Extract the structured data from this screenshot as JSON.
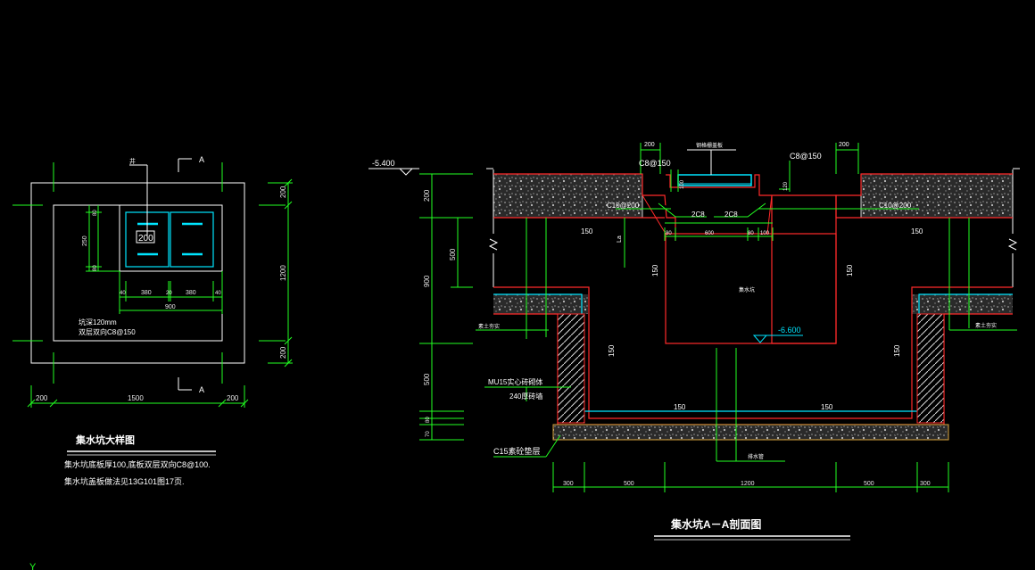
{
  "plan": {
    "label_top_pointer": "井",
    "section_mark": "A",
    "section_mark_bottom": "A",
    "dim_200_center": "200",
    "dim_top_right": "200",
    "dim_mid_right": "1200",
    "dim_bot_right": "200",
    "dim_left_250": "250",
    "dim_left_80a": "80",
    "dim_left_80b": "80",
    "dim_380a": "380",
    "dim_380b": "380",
    "dim_40a": "40",
    "dim_40b": "40",
    "dim_20": "20",
    "dim_900": "900",
    "dim_bottom_200a": "200",
    "dim_bottom_1500": "1500",
    "dim_bottom_200b": "200",
    "note1": "坑深120mm",
    "note2": "双层双向C8@150",
    "title": "集水坑大样图",
    "footnote1": "集水坑底板厚100,底板双层双向C8@100.",
    "footnote2": "集水坑盖板做法见13G101图17页."
  },
  "section": {
    "elev_top": "-5.400",
    "elev_bottom": "-6.600",
    "dim_top_200a": "200",
    "dim_top_200b": "200",
    "rebar_c8_150a": "C8@150",
    "rebar_c8_150b": "C8@150",
    "cover_label": "钢格栅盖板",
    "dim_100": "100",
    "dim_120": "120",
    "c10_left": "C10@200",
    "c10_right": "C10@200",
    "bars_2c8a": "2C8",
    "bars_2c8b": "2C8",
    "dim_80a": "80",
    "dim_600": "600",
    "dim_80b": "80",
    "dim_100b": "100",
    "dim_150_left": "150",
    "dim_150_right": "150",
    "la": "La",
    "dim_150_v1": "150",
    "dim_150_v2": "150",
    "pit_label": "集水坑",
    "left_label": "素土夯实",
    "right_label": "素土夯实",
    "mu15": "MU15实心砖砌体",
    "wall_240": "240厚砖墙",
    "dim_150_v3": "150",
    "dim_150_v4": "150",
    "dim_150_h1": "150",
    "dim_150_h2": "150",
    "c15": "C15素砼垫层",
    "drain": "排水管",
    "vdim_200": "200",
    "vdim_900": "900",
    "vdim_500a": "500",
    "vdim_500b": "500",
    "vdim_80": "80",
    "vdim_70": "70",
    "dim_b300a": "300",
    "dim_b500a": "500",
    "dim_b1200": "1200",
    "dim_b500b": "500",
    "dim_b300b": "300",
    "title": "集水坑A－A剖面图"
  },
  "ucs": {
    "y": "Y"
  },
  "colors": {
    "green": "#22ff22",
    "red": "#ff2a2a",
    "cyan": "#00e5ff",
    "white": "#ffffff",
    "orange": "#d9a43c"
  }
}
